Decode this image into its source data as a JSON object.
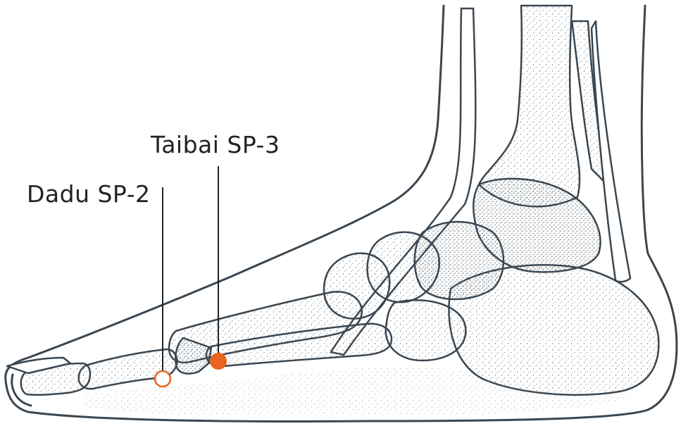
{
  "labels": {
    "taibai": "Taibai SP-3",
    "dadu": "Dadu SP-2"
  },
  "colors": {
    "line": "#3a4650",
    "stipple": "#6f7a82",
    "accent": "#e8641f",
    "background": "#ffffff",
    "text": "#1e2326"
  },
  "points": {
    "taibai_marker": "filled",
    "dadu_marker": "hollow"
  }
}
